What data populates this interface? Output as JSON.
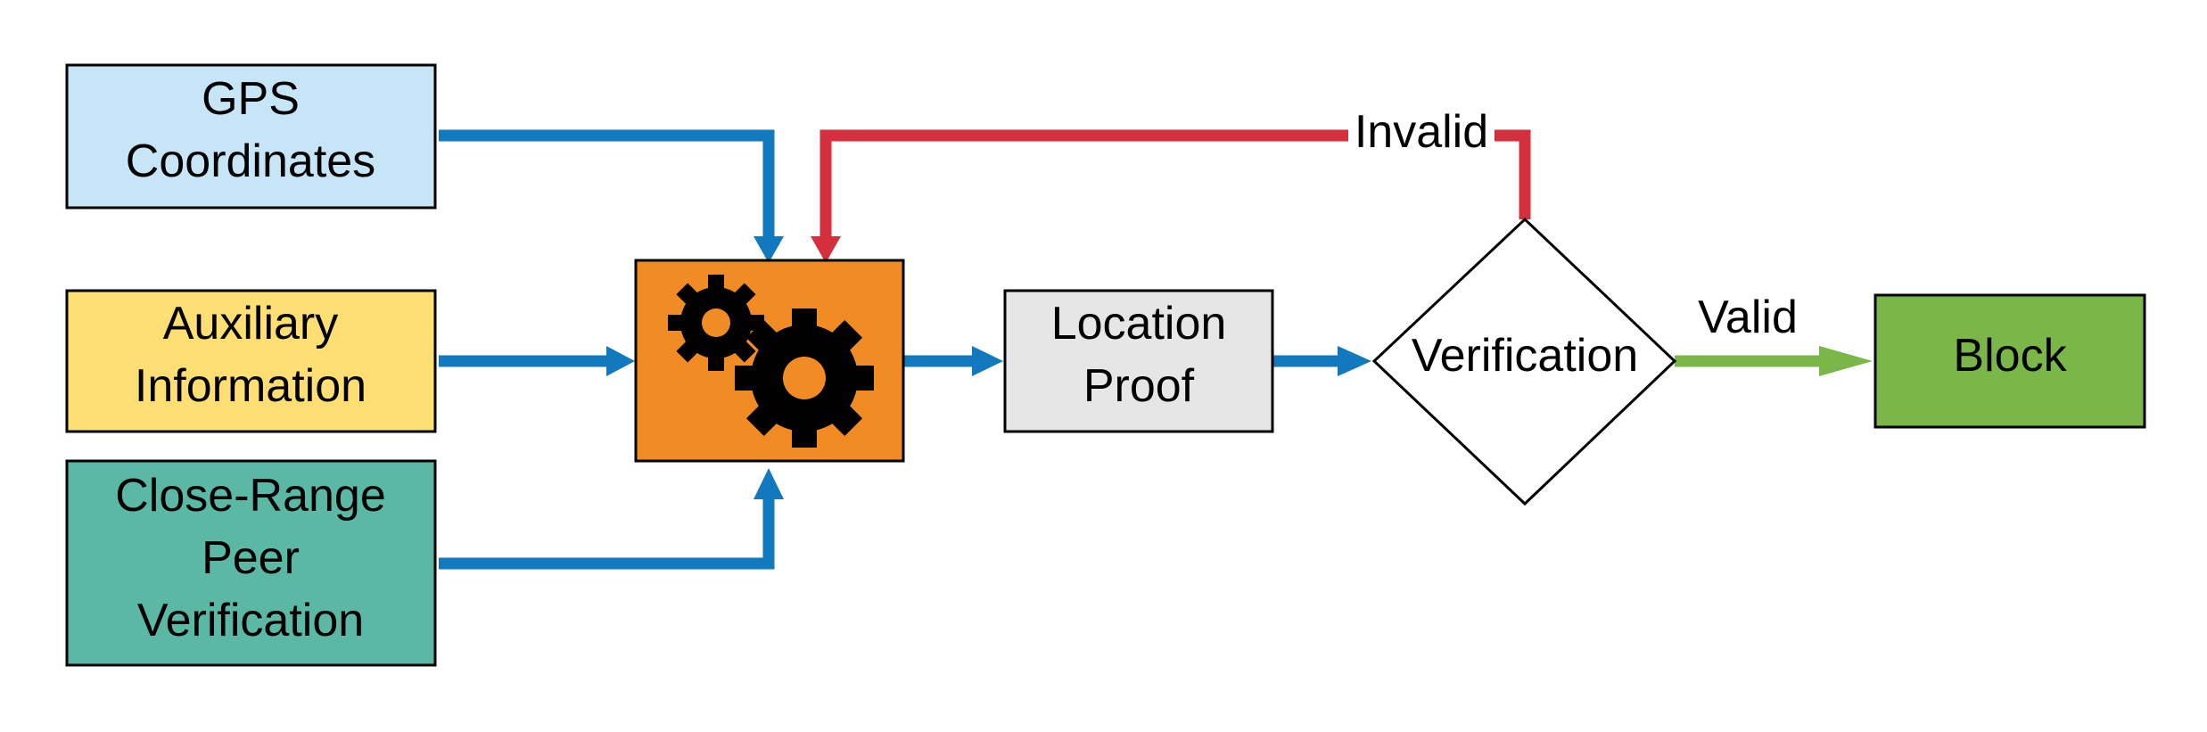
{
  "nodes": {
    "gps": {
      "lines": [
        "GPS",
        "Coordinates"
      ],
      "color": "#c6e5f7"
    },
    "aux": {
      "lines": [
        "Auxiliary",
        "Information"
      ],
      "color": "#ffdf74"
    },
    "peer": {
      "lines": [
        "Close-Range",
        "Peer",
        "Verification"
      ],
      "color": "#5bb8a4"
    },
    "processor": {
      "icon": "gears-icon",
      "color": "#f08c23"
    },
    "proof": {
      "lines": [
        "Location",
        "Proof"
      ],
      "color": "#e6e6e6"
    },
    "verification": {
      "label": "Verification",
      "shape": "diamond",
      "color": "#ffffff"
    },
    "block": {
      "label": "Block",
      "color": "#7ab648"
    }
  },
  "edges": {
    "invalid": {
      "label": "Invalid",
      "color": "#d32f3c"
    },
    "valid": {
      "label": "Valid",
      "color": "#7ab648"
    },
    "flow_color": "#1279bf"
  }
}
